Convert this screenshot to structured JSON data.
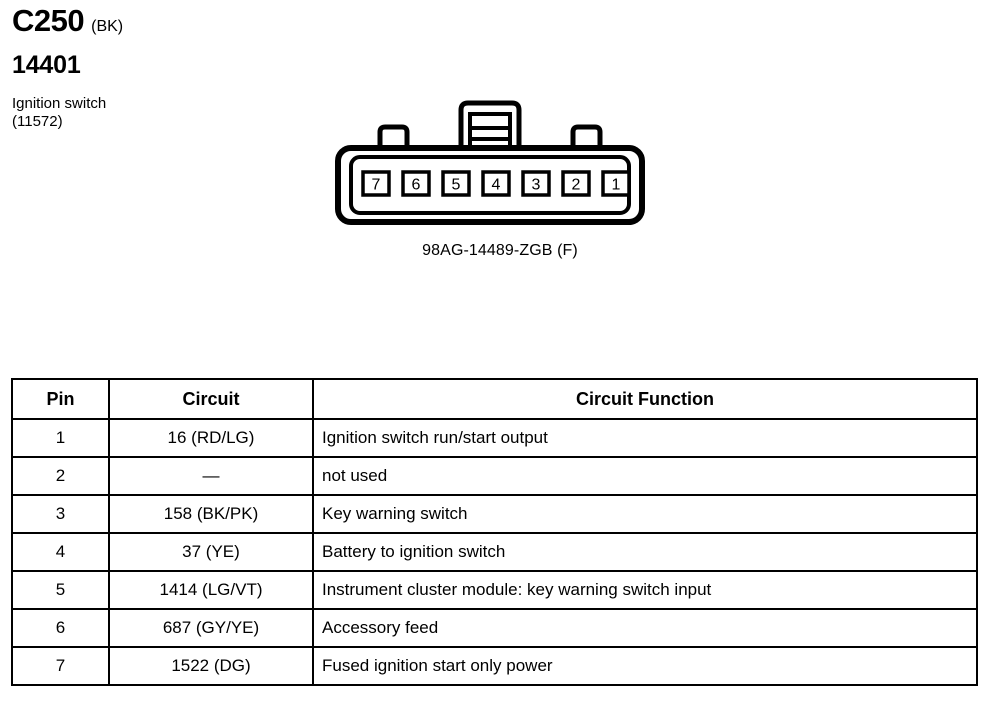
{
  "header": {
    "connector_id": "C250",
    "connector_color_code": "(BK)",
    "connector_number": "14401",
    "component_name": "Ignition switch",
    "component_number": "(11572)"
  },
  "connector": {
    "part_number": "98AG-14489-ZGB (F)",
    "pin_labels": [
      "7",
      "6",
      "5",
      "4",
      "3",
      "2",
      "1"
    ],
    "pin_count": 7,
    "gender": "F",
    "body_color": "#ffffff",
    "line_color": "#000000"
  },
  "table": {
    "columns": [
      "Pin",
      "Circuit",
      "Circuit Function"
    ],
    "rows": [
      {
        "pin": "1",
        "circuit": "16 (RD/LG)",
        "function": "Ignition switch run/start output"
      },
      {
        "pin": "2",
        "circuit": "—",
        "function": "not used"
      },
      {
        "pin": "3",
        "circuit": "158 (BK/PK)",
        "function": "Key warning switch"
      },
      {
        "pin": "4",
        "circuit": "37 (YE)",
        "function": "Battery to ignition switch"
      },
      {
        "pin": "5",
        "circuit": "1414 (LG/VT)",
        "function": "Instrument cluster module: key warning switch input"
      },
      {
        "pin": "6",
        "circuit": "687 (GY/YE)",
        "function": "Accessory feed"
      },
      {
        "pin": "7",
        "circuit": "1522 (DG)",
        "function": "Fused ignition start only power"
      }
    ]
  }
}
